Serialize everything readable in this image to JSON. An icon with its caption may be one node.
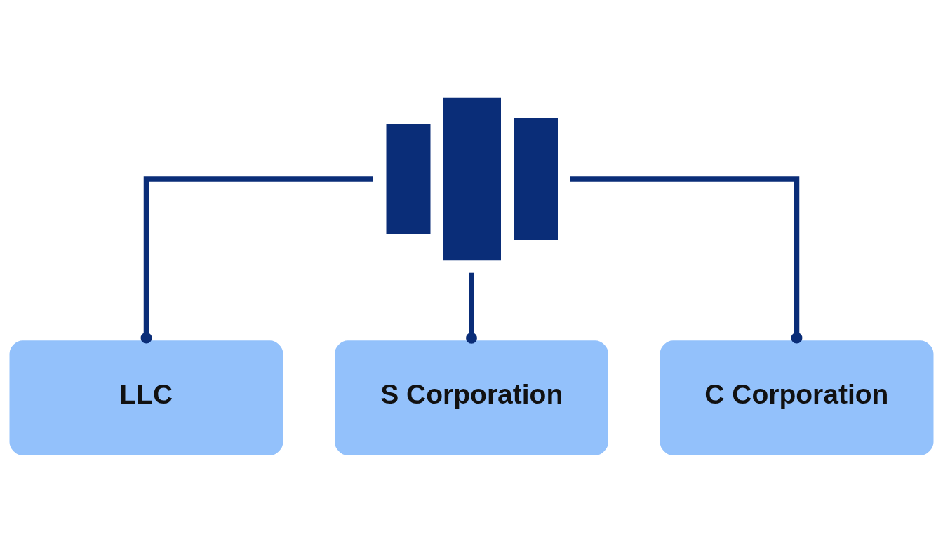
{
  "diagram": {
    "nodes": [
      {
        "text": [],
        "shape": "picture"
      },
      {
        "text": [
          "LLC"
        ]
      },
      {
        "text": [
          "S Corporation"
        ]
      },
      {
        "text": [
          "C Corporation"
        ]
      }
    ],
    "edges": [
      {
        "from": 0,
        "to": 1,
        "arrow": "other"
      },
      {
        "from": 0,
        "to": 2,
        "arrow": "other"
      },
      {
        "from": 0,
        "to": 3,
        "arrow": "other"
      }
    ]
  }
}
